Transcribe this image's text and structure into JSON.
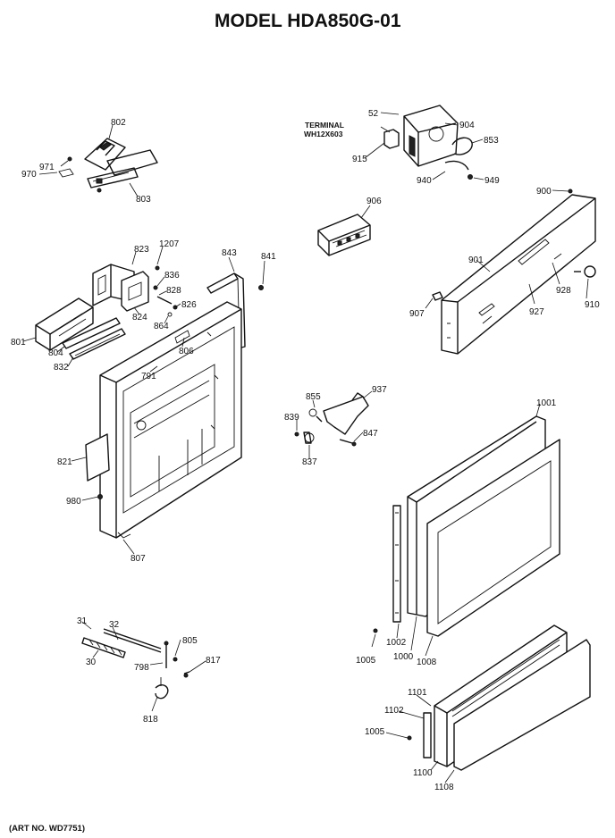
{
  "title": "MODEL HDA850G-01",
  "art_number": "(ART NO. WD7751)",
  "terminal_note": [
    "TERMINAL",
    "WH12X603"
  ],
  "parts": {
    "p52": "52",
    "p904": "904",
    "p853": "853",
    "p915": "915",
    "p940": "940",
    "p949": "949",
    "p906": "906",
    "p900": "900",
    "p901": "901",
    "p928": "928",
    "p910": "910",
    "p907": "907",
    "p927": "927",
    "p802": "802",
    "p971": "971",
    "p970": "970",
    "p803": "803",
    "p823": "823",
    "p1207": "1207",
    "p843": "843",
    "p841": "841",
    "p836": "836",
    "p828": "828",
    "p826": "826",
    "p824": "824",
    "p864": "864",
    "p806": "806",
    "p801": "801",
    "p804": "804",
    "p832": "832",
    "p791": "791",
    "p821": "821",
    "p980": "980",
    "p807": "807",
    "p855": "855",
    "p937": "937",
    "p839": "839",
    "p847": "847",
    "p837": "837",
    "p1001": "1001",
    "p1002": "1002",
    "p1000": "1000",
    "p1008": "1008",
    "p1005a": "1005",
    "p31": "31",
    "p32": "32",
    "p30": "30",
    "p805": "805",
    "p798": "798",
    "p817": "817",
    "p818": "818",
    "p1101": "1101",
    "p1102": "1102",
    "p1005b": "1005",
    "p1100": "1100",
    "p1108": "1108"
  }
}
